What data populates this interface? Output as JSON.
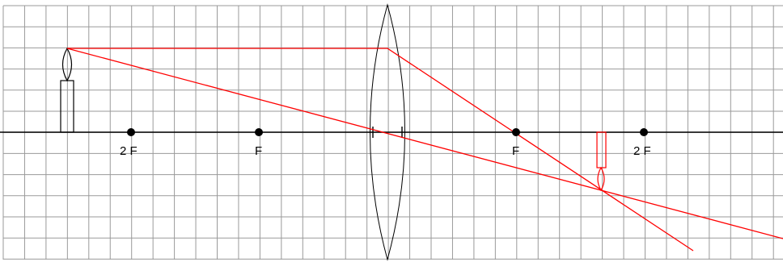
{
  "labels": {
    "two_f_left": "2 F",
    "f_left": "F",
    "f_right": "F",
    "two_f_right": "2 F"
  },
  "colors": {
    "grid": "#9a9a9a",
    "axis": "#000000",
    "ray": "#ff0000",
    "image": "#ff0000",
    "object": "#000000"
  },
  "icons": {
    "object": "candle-icon",
    "image": "inverted-candle-icon",
    "lens": "convex-lens-icon"
  }
}
